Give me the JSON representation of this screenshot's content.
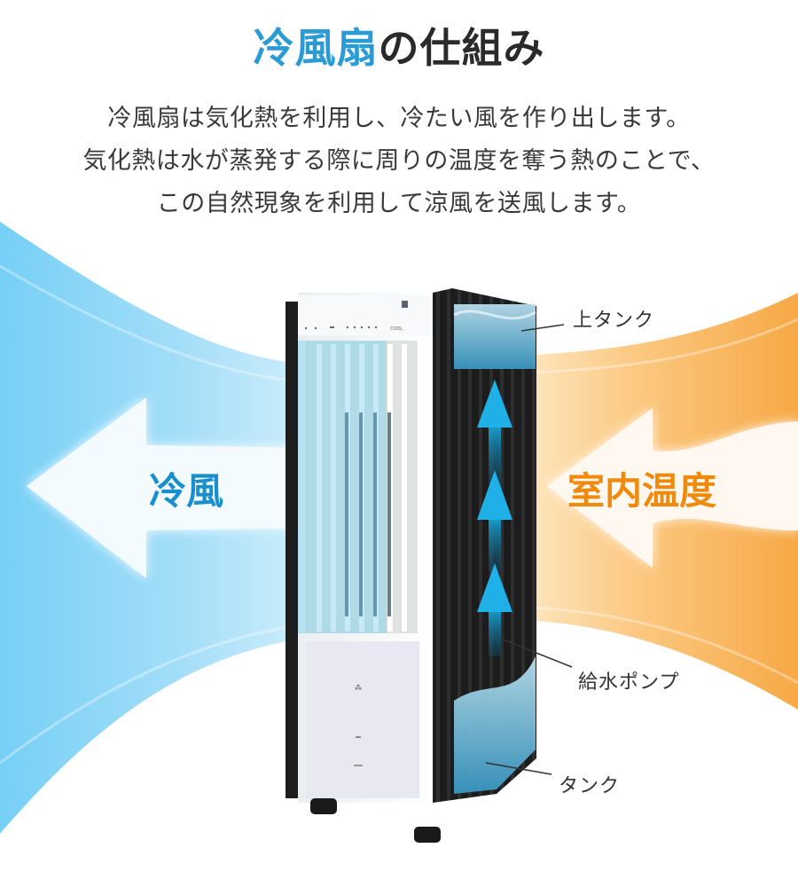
{
  "header": {
    "title_accent": "冷風扇",
    "title_rest": "の仕組み",
    "description_lines": [
      "冷風扇は気化熱を利用し、冷たい風を作り出します。",
      "気化熱は水が蒸発する際に周りの温度を奪う熱のことで、",
      "この自然現象を利用して涼風を送風します。"
    ]
  },
  "diagram": {
    "cool_arrow_label": "冷風",
    "warm_arrow_label": "室内温度",
    "callouts": {
      "upper_tank": "上タンク",
      "water_pump": "給水ポンプ",
      "tank": "タンク"
    },
    "panel_text": "COOL",
    "colors": {
      "title_accent": "#2b9bd6",
      "cool_text": "#1a8fce",
      "warm_text": "#f08a0c",
      "cool_air": "#5cc8f2",
      "warm_air": "#f9a83a",
      "pump_arrow": "#19a9e0"
    }
  }
}
